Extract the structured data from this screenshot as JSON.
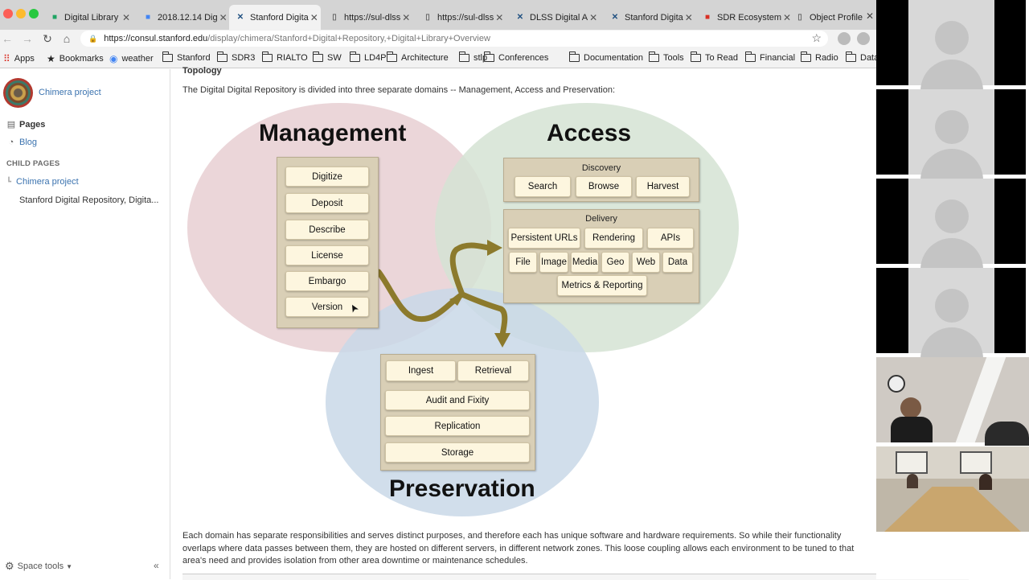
{
  "browser": {
    "tabs": [
      {
        "title": "Digital Library",
        "icon": "drive-icon",
        "color": "#1fa463"
      },
      {
        "title": "2018.12.14 Dig",
        "icon": "docs-icon",
        "color": "#4285f4"
      },
      {
        "title": "Stanford Digita",
        "icon": "confluence-icon",
        "color": "#205081"
      },
      {
        "title": "https://sul-dlss",
        "icon": "page-icon",
        "color": "#666666"
      },
      {
        "title": "https://sul-dlss",
        "icon": "page-icon",
        "color": "#666666"
      },
      {
        "title": "DLSS Digital A",
        "icon": "confluence-icon",
        "color": "#205081"
      },
      {
        "title": "Stanford Digita",
        "icon": "confluence-icon",
        "color": "#205081"
      },
      {
        "title": "SDR Ecosystem",
        "icon": "slides-icon",
        "color": "#d93025"
      },
      {
        "title": "Object Profile",
        "icon": "page-icon",
        "color": "#666666"
      }
    ],
    "url": "https://consul.stanford.edu/display/chimera/Stanford+Digital+Repository,+Digital+Library+Overview",
    "url_host": "https://consul.stanford.edu",
    "url_path": "/display/chimera/Stanford+Digital+Repository,+Digital+Library+Overview",
    "bookmarks": [
      "Apps",
      "Bookmarks",
      "weather",
      "Stanford",
      "SDR3",
      "RIALTO",
      "SW",
      "LD4P",
      "Architecture",
      "stlp",
      "Conferences",
      "Documentation",
      "Tools",
      "To Read",
      "Financial",
      "Radio",
      "Data"
    ]
  },
  "sidebar": {
    "space_name": "Chimera project",
    "pages_label": "Pages",
    "blog_label": "Blog",
    "child_pages_heading": "CHILD PAGES",
    "child_pages": [
      "Chimera project",
      "Stanford Digital Repository, Digita..."
    ],
    "space_tools_label": "Space tools",
    "collapse_glyph": "«"
  },
  "content": {
    "section_heading": "Topology",
    "intro": "The Digital Digital Repository is divided into three separate domains -- Management, Access and Preservation:",
    "body": "Each domain has separate responsibilities and serves distinct purposes, and therefore each has unique software and hardware requirements.  So while their functionality overlaps where data passes between them, they are hosted on different servers, in different network zones.  This loose coupling allows each environment to be tuned to that area's need and provides isolation from other area downtime or maintenance schedules."
  },
  "diagram": {
    "management": {
      "title": "Management",
      "items": [
        "Digitize",
        "Deposit",
        "Describe",
        "License",
        "Embargo",
        "Version"
      ]
    },
    "access": {
      "title": "Access",
      "discovery_label": "Discovery",
      "discovery_items": [
        "Search",
        "Browse",
        "Harvest"
      ],
      "delivery_label": "Delivery",
      "delivery_row1": [
        "Persistent URLs",
        "Rendering",
        "APIs"
      ],
      "delivery_row2": [
        "File",
        "Image",
        "Media",
        "Geo",
        "Web",
        "Data"
      ],
      "delivery_row3": "Metrics & Reporting"
    },
    "preservation": {
      "title": "Preservation",
      "top_items": [
        "Ingest",
        "Retrieval"
      ],
      "items": [
        "Audit and Fixity",
        "Replication",
        "Storage"
      ]
    },
    "colors": {
      "management_circle": "#e8cfd2",
      "access_circle": "#d5e3d4",
      "preservation_circle": "#c9d8e8",
      "arrow": "#8c7a2c",
      "panel": "#d9cfb6",
      "box": "#fdf6df"
    }
  },
  "video_call": {
    "participant_tiles": 4,
    "camera_tiles": 2
  }
}
